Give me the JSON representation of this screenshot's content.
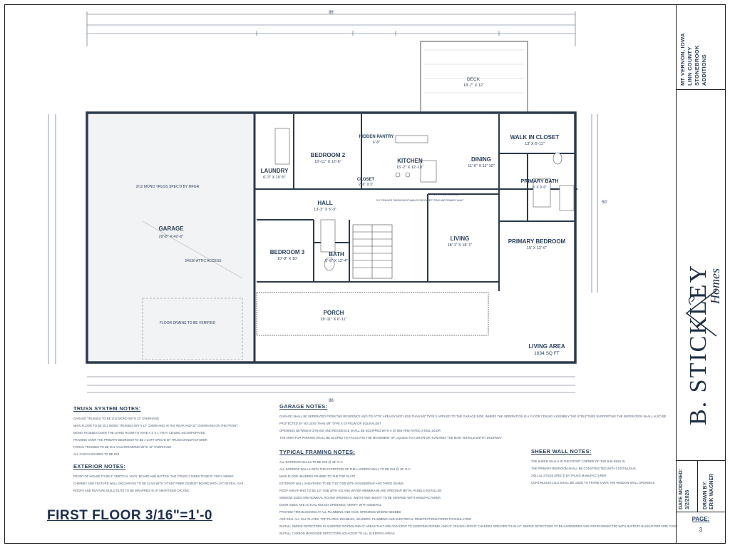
{
  "title_block": {
    "location_lines": [
      "MT VERNON, IOWA",
      "LINN COUNTY",
      "STONEBROOK",
      "ADDITIONS"
    ],
    "brand": "B. STICKLEY",
    "brand_sub": "Homes",
    "date_label": "DATE MODIFIED:",
    "date_value": "1/2/2026",
    "drawn_label": "DRAWN BY:",
    "drawn_value": "ERIK WAGNER",
    "page_label": "PAGE:",
    "page_number": "3"
  },
  "plan": {
    "overall_dimensions": [
      "86'",
      "86'",
      "50'"
    ],
    "rooms": [
      {
        "name": "GARAGE",
        "size": "29'-8\" X 42'-6\""
      },
      {
        "name": "LAUNDRY",
        "size": "6'-3\" X 10'-5\""
      },
      {
        "name": "BEDROOM 2",
        "size": "10'-11\" X 12'-6\""
      },
      {
        "name": "HIDDEN PANTRY",
        "size": "6'-8\""
      },
      {
        "name": "KITCHEN",
        "size": "15'-2\" X 12'-10\""
      },
      {
        "name": "DINING",
        "size": "11'-6\" X 12'-10\""
      },
      {
        "name": "WALK IN CLOSET",
        "size": "13' X 6'-11\""
      },
      {
        "name": "PRIMARY BATH",
        "size": "6' X 9'-6\""
      },
      {
        "name": "HALL",
        "size": "13'-3\" X 5'-3\""
      },
      {
        "name": "CLOSET",
        "size": "2'-6\" X 3'"
      },
      {
        "name": "BEDROOM 3",
        "size": "10'-8\" X 10'"
      },
      {
        "name": "BATH",
        "size": "5'-8\" X 12'-4\""
      },
      {
        "name": "LIVING",
        "size": "18'-1\" X 18'-1\""
      },
      {
        "name": "PRIMARY BEDROOM",
        "size": "15' X 12'-6\""
      },
      {
        "name": "PORCH",
        "size": "29'-11\" X 6'-11\""
      },
      {
        "name": "DECK",
        "size": "18'-7\" X 12'"
      }
    ],
    "annotations": {
      "truss": "2/12 MONO TRUSS SPEC'D BY MFGR",
      "attic": "24X30 ATTIC ACCESS",
      "floor_drains": "FLOOR DRAINS TO BE VERIFIED",
      "ceilings": "9'-0\" CEILINGS THROUGHOUT MAIN FLOOR EXCEPT TRAY AND PRIMARY VAULT",
      "tray": "10'-0\" TRAY CEILING"
    },
    "living_area_label": "LIVING AREA",
    "living_area_value": "1634 SQ FT"
  },
  "notes": {
    "truss": {
      "title": "TRUSS SYSTEM NOTES:",
      "items": [
        "GARAGE TRUSSES TO BE 2/12 MONO WITH 12\" OVERHANG",
        "MAIN FLOOR TO BE 2/12 MONO TRUSSES WITH 12\" OVERHANG IN THE REAR AND 24\" OVERHANG ON THE FRONT",
        "MONO TRUSSES OVER THE LIVING ROOM TO HAVE A 1' X 1' TRAY CEILING INCORPORATED",
        "FRAMING OVER THE PRIMARY BEDROOM TO BE A LOFT SPEC'D BY TRUSS MANUFACTURER",
        "PORCH TRUSSES TO BE 3/12 VAULTED MONO WITH 12\" OVERHANG",
        "ALL FASCIA BOARDS TO BE 2X6"
      ]
    },
    "exterior": {
      "title": "EXTERIOR NOTES:",
      "items": [
        "FRONT OF HOUSE TO BE 5\" VERTICAL VINYL BOARD AND BATTEN. THE OTHER 3 SIDES TO BE 5\" VINYL SIDING",
        "CHIMNEY AND FEATURE WALL ON GARAGE TO BE CLAD WITH 24\"X48\" FIBER CEMENT BOARD WITH 1/4\" REVEAL GAP",
        "ROOFS AND FEATURE BUILD OUTS TO BE WRAPPED IN LP SMARTSIDE OR ZINC"
      ]
    },
    "garage": {
      "title": "GARAGE NOTES:",
      "items": [
        "GARAGE SHALL BE SEPERATED FROM THE RESIDENCE AND ITS ATTIC AREA BY NOT LESS THAN 5/8\" TYPE X APPLIED TO THE GARAGE SIDE. WHERE THE SEPERATION IS A FLOOR CEILING ASSEMBLY THE STRUCTURE SUPPORTING THE SEPERATION SHALL ALSO BE",
        "PROTECTED BY NO LESS THAN 5/8\" TYPE X GYPSUM OR EQUIVALENT",
        "OPENINGS BETWEEN GARAGE AND RESIDENCE SHALL BE EQUIPPED WITH A 20 MIN FIRE RATED STEEL DOOR",
        "THE AREA FOR PARKING SHALL BE SLOPED TO FACILITATE THE MOVEMENT OF LIQUIDS TO A DRAIN OR TOWARDS THE MAIN VEHICLE ENTRY DOORWAY"
      ]
    },
    "framing": {
      "title": "TYPICAL FRAMING NOTES:",
      "items": [
        "ALL EXTERIOR WALLS TO BE 2X6 @ 16\" O.C.",
        "ALL INTERIOR WALLS WITH THE EXCEPTION OF THE LAUNDRY WALL TO BE 2X4 @ 16\" O.C.",
        "MAIN FLOOR HEADERS FRAMED TO THE TOP PLATE",
        "EXTERIOR WALL SHEATHING TO BE 7/16\" OSB WITH HOUSEWRAP AND TAPED SEAMS",
        "ROOF SHEATHING TO BE 1/2\" OSB WITH ICE AND WATER MEMBRANE AND PREONAP METAL PANELS INSTALLED",
        "WINDOW SIZES ARE NOMINAL ROUGH OPENINGS. WIDTH AND HEIGHT TO BE VERIFIED WITH MANUFACTURER",
        "DOOR SIZES ARE ACTUAL ROUGH OPENINGS. VERIFY WITH GENERAL",
        "PROVIDE FIRE BLOCKING AT ALL PLUMBING AND HVAC OPENINGS WHERE NEEDED",
        "ARE SEAL ALL SILL PLATES, TOP PLATES, DOUBLES, HEADERS, PLUMBING AND ELECTRICAL PENETRATIONS PRIOR TO INSULATION",
        "INSTALL SMOKE DETECTORS IN SLEEPING ROOMS AND AT AREAS THAT ARE ADJACENT TO SLEEPING ROOMS, AND AT CEILING HEIGHT CHANGES GREATER THAN 24\". SMOKE DETECTORS TO BE HARDWIRED AND INTERCONNECTED WITH BATTERY BACKUP PER FIRE CODE",
        "INSTALL CARBON MONOXIDE DETECTORS ADJACENT TO ALL SLEEPING AREAS"
      ]
    },
    "shear": {
      "title": "SHEER WALL NOTES:",
      "items": [
        "THE SHEER WALLS IN THE FRONT CORNER OF THE BUILDING IN",
        "THE PRIMARY BEDROOM SHALL BE CONSTRUCTED WITH CONTINUOUS",
        "2X6 LSL STUDS SPEC'D BY TRUSS MANUFACTURER",
        "CONTINUOUS LVLS SHALL BE USED TO FRAME OVER THE WINDOW WALL OPENINGS"
      ]
    }
  },
  "plan_title": "FIRST FLOOR  3/16\"=1'-0"
}
